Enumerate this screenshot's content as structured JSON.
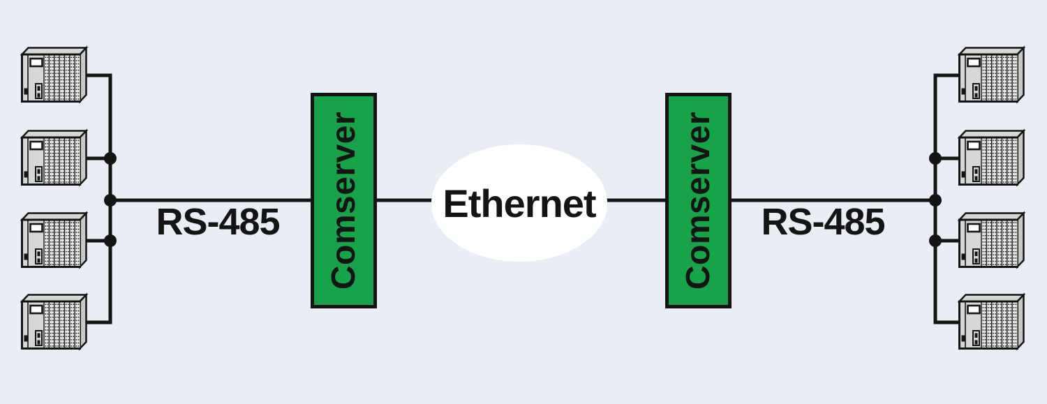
{
  "diagram": {
    "type": "network-topology",
    "colors": {
      "bg": "#e9edf6",
      "wire": "#141414",
      "comserver-fill": "#16a34a",
      "comserver-border": "#141414",
      "text": "#141414",
      "cloud-fill": "#ffffff",
      "plc-body": "#d6d8d5"
    },
    "nodes": {
      "comserver_left": {
        "label": "Comserver"
      },
      "comserver_right": {
        "label": "Comserver"
      },
      "ethernet": {
        "label": "Ethernet"
      },
      "plc_groups": {
        "left_count": 4,
        "right_count": 4,
        "icon": "plc-rack-icon"
      }
    },
    "links": {
      "rs485_left": {
        "label": "RS-485"
      },
      "rs485_right": {
        "label": "RS-485"
      }
    }
  }
}
